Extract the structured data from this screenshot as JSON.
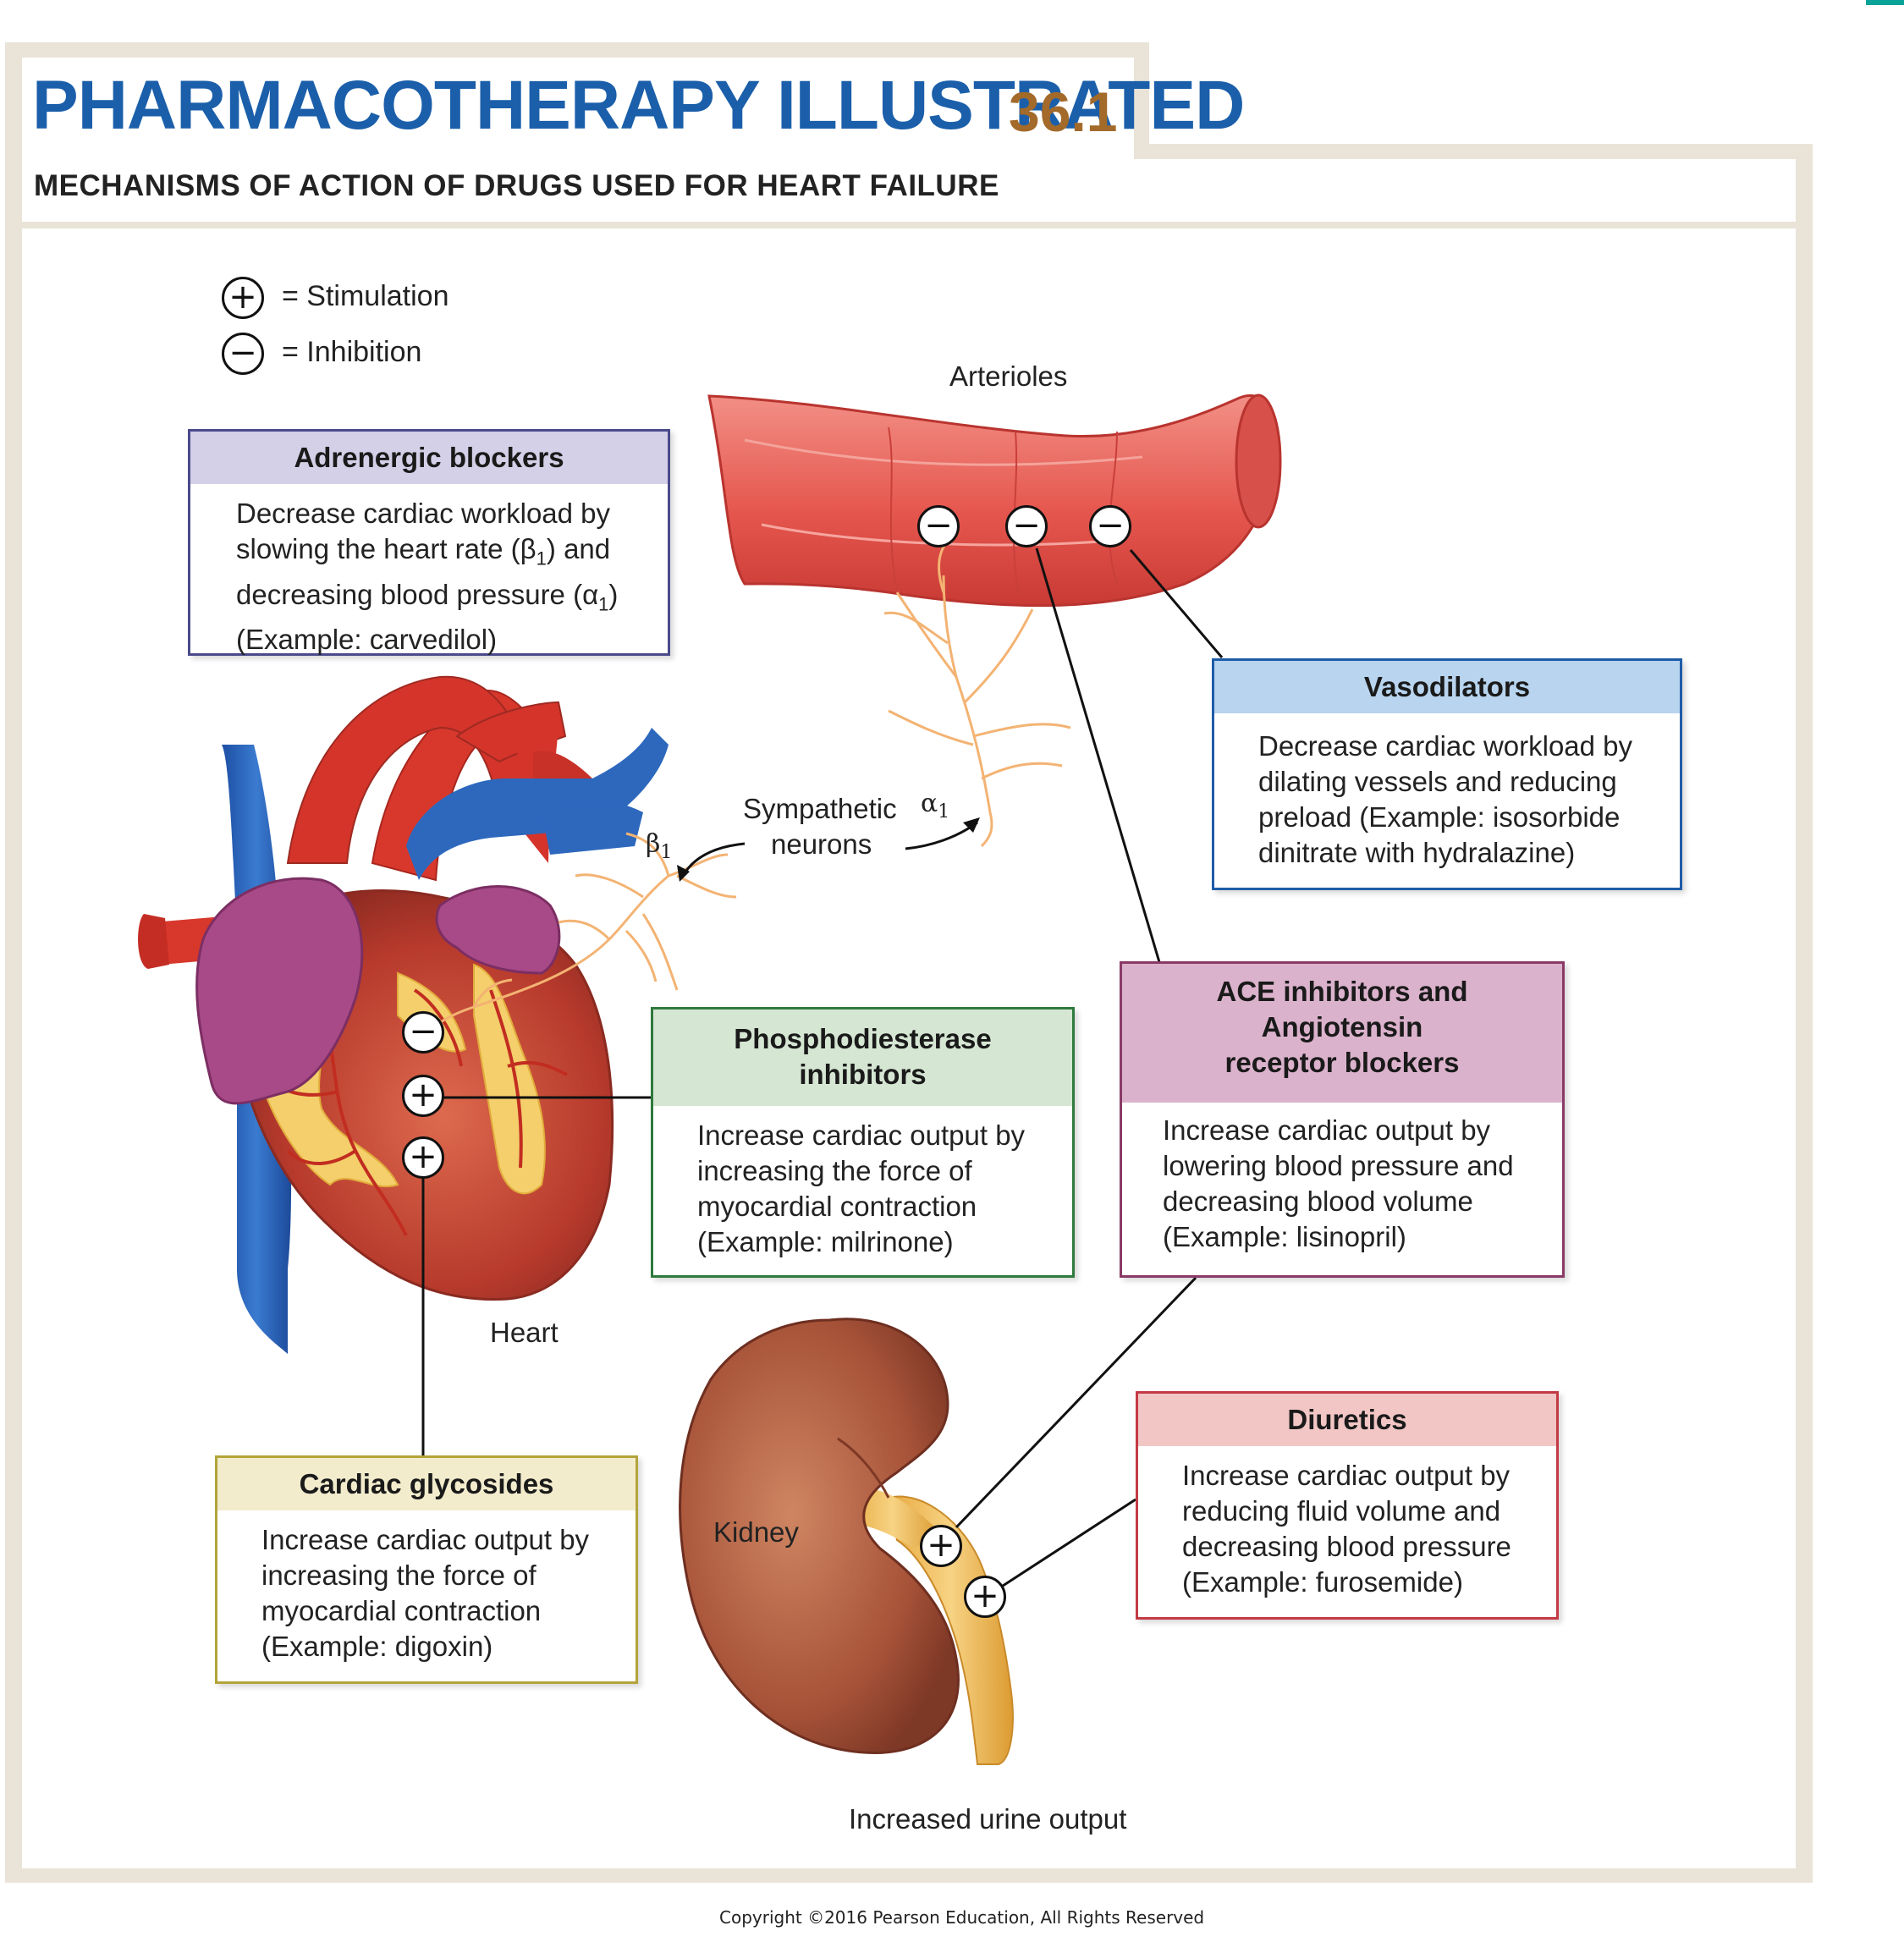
{
  "header": {
    "title": "PHARMACOTHERAPY ILLUSTRATED",
    "number": "36.1",
    "subtitle": "MECHANISMS OF ACTION OF DRUGS USED FOR HEART FAILURE"
  },
  "legend": {
    "plus_symbol": "+",
    "minus_symbol": "−",
    "stimulation": "= Stimulation",
    "inhibition": "= Inhibition"
  },
  "labels": {
    "arterioles": "Arterioles",
    "sympathetic": "Sympathetic",
    "neurons": "neurons",
    "alpha1": "α",
    "beta1": "β",
    "sub1": "1",
    "heart": "Heart",
    "kidney": "Kidney",
    "urine": "Increased urine output"
  },
  "boxes": {
    "adrenergic": {
      "title": "Adrenergic blockers",
      "line1": "Decrease cardiac workload by",
      "line2a": "slowing the heart rate (β",
      "line2b": ") and",
      "line3a": "decreasing blood pressure (α",
      "line3b": ")",
      "line4": "(Example: carvedilol)",
      "sub": "1"
    },
    "vasodilators": {
      "title": "Vasodilators",
      "line1": "Decrease cardiac workload by",
      "line2": "dilating vessels and reducing",
      "line3": "preload (Example: isosorbide",
      "line4": "dinitrate with hydralazine)"
    },
    "pde": {
      "title1": "Phosphodiesterase",
      "title2": "inhibitors",
      "line1": "Increase cardiac output by",
      "line2": "increasing the force of",
      "line3": "myocardial contraction",
      "line4": "(Example: milrinone)"
    },
    "ace": {
      "title1": "ACE inhibitors and",
      "title2": "Angiotensin",
      "title3": "receptor blockers",
      "line1": "Increase cardiac output by",
      "line2": "lowering blood pressure and",
      "line3": "decreasing blood volume",
      "line4": "(Example: lisinopril)"
    },
    "glycosides": {
      "title": "Cardiac glycosides",
      "line1": "Increase cardiac output by",
      "line2": "increasing the force of",
      "line3": "myocardial contraction",
      "line4": "(Example: digoxin)"
    },
    "diuretics": {
      "title": "Diuretics",
      "line1": "Increase cardiac output by",
      "line2": "reducing fluid volume and",
      "line3": "decreasing blood pressure",
      "line4": "(Example: furosemide)"
    }
  },
  "footer": {
    "copyright": "Copyright ©2016 Pearson Education, All Rights Reserved"
  },
  "colors": {
    "title_blue": "#1b5faa",
    "number_brown": "#a36a2a",
    "adrenergic_border": "#4a4a8c",
    "adrenergic_header": "#d3d0e8",
    "vasodilator_border": "#1f5ca8",
    "vasodilator_header": "#b8d4ee",
    "pde_border": "#2f7a3e",
    "pde_header": "#d5e6d3",
    "ace_border": "#8a3a66",
    "ace_header": "#dbb2cc",
    "glycoside_border": "#b3a43a",
    "glycoside_header": "#f2eccd",
    "diuretic_border": "#c43a45",
    "diuretic_header": "#f1c6c4",
    "neuron_orange": "#f5b978"
  }
}
